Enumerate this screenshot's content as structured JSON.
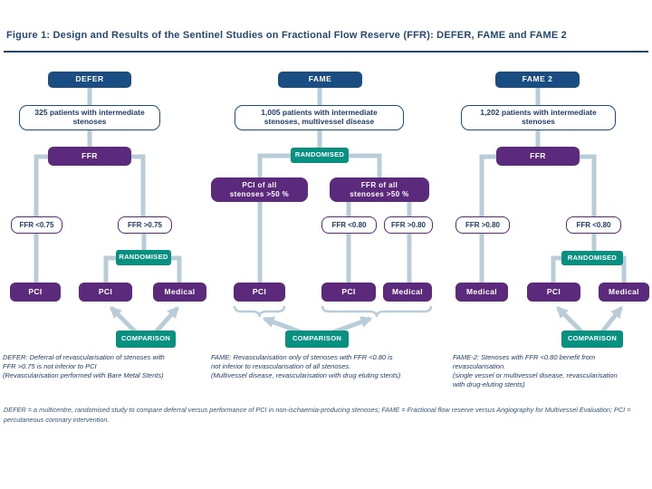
{
  "title": "Figure 1: Design and Results of the Sentinel Studies on Fractional Flow Reserve (FFR): DEFER, FAME and FAME 2",
  "colors": {
    "navy": "#1a4d82",
    "purple": "#5b2a7c",
    "teal": "#089181",
    "connector": "#b9cdd9",
    "text_navy": "#1f3d6b"
  },
  "columns": {
    "defer": {
      "header": "DEFER",
      "patients": "325 patients with intermediate\nstenoses",
      "ffr": "FFR",
      "ffr_low": "FFR <0.75",
      "ffr_high": "FFR >0.75",
      "randomised": "RANDOMISED",
      "pci_defer": "PCI",
      "pci_rand": "PCI",
      "medical": "Medical",
      "comparison": "COMPARISON",
      "description": "DEFER: Deferral of revascularisation of stenoses with\nFFR >0.75 is not inferior to PCI\n(Revascularisation performed with Bare Metal Stents)"
    },
    "fame": {
      "header": "FAME",
      "patients": "1,005 patients with intermediate\nstenoses, multivessel disease",
      "randomised": "RANDOMISED",
      "pci_all": "PCI of all\nstenoses >50 %",
      "ffr_all": "FFR of all\nstenoses >50 %",
      "ffr_low": "FFR <0.80",
      "ffr_high": "FFR >0.80",
      "pci_angio": "PCI",
      "pci_ffr": "PCI",
      "medical": "Medical",
      "comparison": "COMPARISON",
      "description": "FAME: Revascularisation only of stenoses with FFR <0.80 is\nnot inferior to revascularisation of all stenoses.\n(Multivessel disease, revascularisation with drug eluting stents)"
    },
    "fame2": {
      "header": "FAME 2",
      "patients": "1,202 patients with intermediate\nstenoses",
      "ffr": "FFR",
      "ffr_high": "FFR >0.80",
      "ffr_low": "FFR <0.80",
      "randomised": "RANDOMISED",
      "medical_defer": "Medical",
      "pci": "PCI",
      "medical_rand": "Medical",
      "comparison": "COMPARISON",
      "description": "FAME-2: Stenoses with FFR <0.80 benefit from\nrevascularisation.\n(single vessel or multivessel disease, revascularisation\nwith drug-eluting stents)"
    }
  },
  "footnote": "DEFER = a multicentre, randomised study to compare deferral versus performance of PCI in non-ischaemia-producing stenoses; FAME = Fractional flow reserve versus Angiography for Multivessel Evaluation; PCI = percutaneous coronary intervention."
}
